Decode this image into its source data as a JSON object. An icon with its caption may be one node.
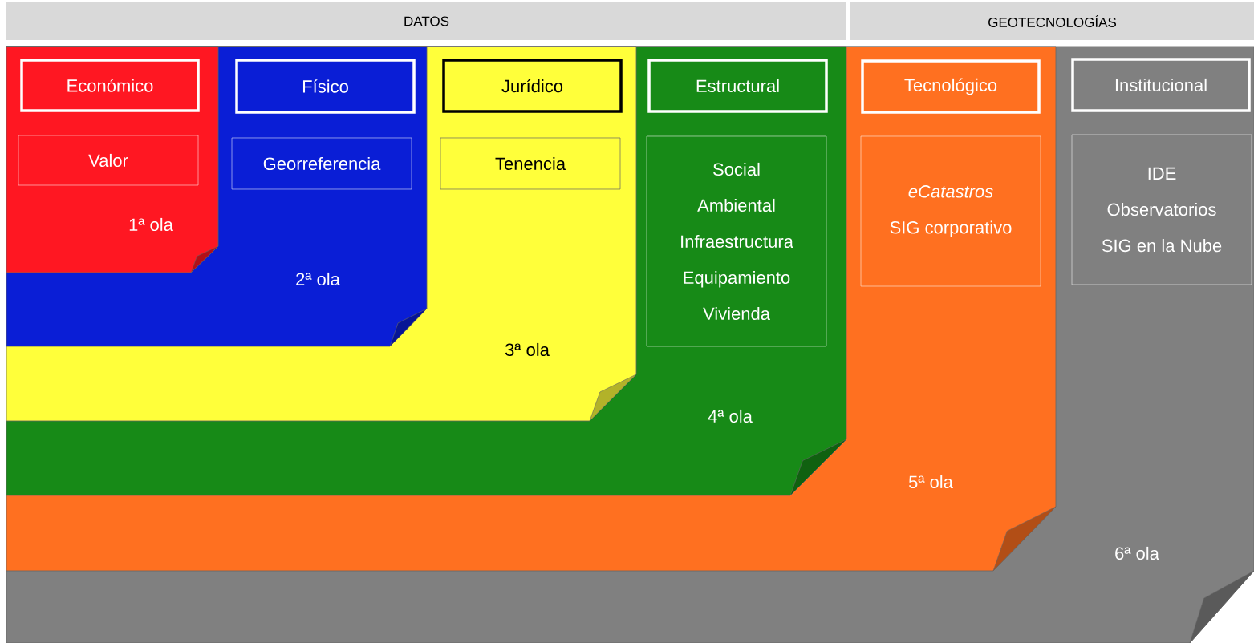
{
  "diagram": {
    "nodes": [
      {
        "text": [
          "DATOS"
        ]
      },
      {
        "text": [
          "GEOTECNOLOGÍAS"
        ]
      },
      {
        "text": [
          "6ª ola"
        ]
      },
      {
        "text": [
          "5ª ola"
        ],
        "in": 2
      },
      {
        "text": [
          "4ª ola"
        ],
        "in": 3
      },
      {
        "text": [
          "3ª ola"
        ],
        "in": 4
      },
      {
        "text": [
          "2ª ola"
        ],
        "in": 5
      },
      {
        "text": [
          "1ª ola"
        ],
        "in": 6
      },
      {
        "text": [
          "Económico"
        ],
        "in": 7
      },
      {
        "text": [
          "Valor"
        ],
        "in": 7
      },
      {
        "text": [
          "Físico"
        ],
        "in": 6
      },
      {
        "text": [
          "Georreferencia"
        ],
        "in": 6
      },
      {
        "text": [
          "Jurídico"
        ],
        "in": 5
      },
      {
        "text": [
          "Tenencia"
        ],
        "in": 5
      },
      {
        "text": [
          "Estructural"
        ],
        "in": 4
      },
      {
        "text": [
          "Social",
          "Ambiental",
          "Infraestructura",
          "Equipamiento",
          "Vivienda"
        ],
        "in": 4
      },
      {
        "text": [
          "Tecnológico"
        ],
        "in": 3
      },
      {
        "text": [
          "eCatastros",
          "SIG corporativo"
        ],
        "in": 3
      },
      {
        "text": [
          "Institucional"
        ],
        "in": 2
      },
      {
        "text": [
          "IDE",
          "Observatorios",
          "SIG en la Nube"
        ],
        "in": 2
      }
    ]
  }
}
